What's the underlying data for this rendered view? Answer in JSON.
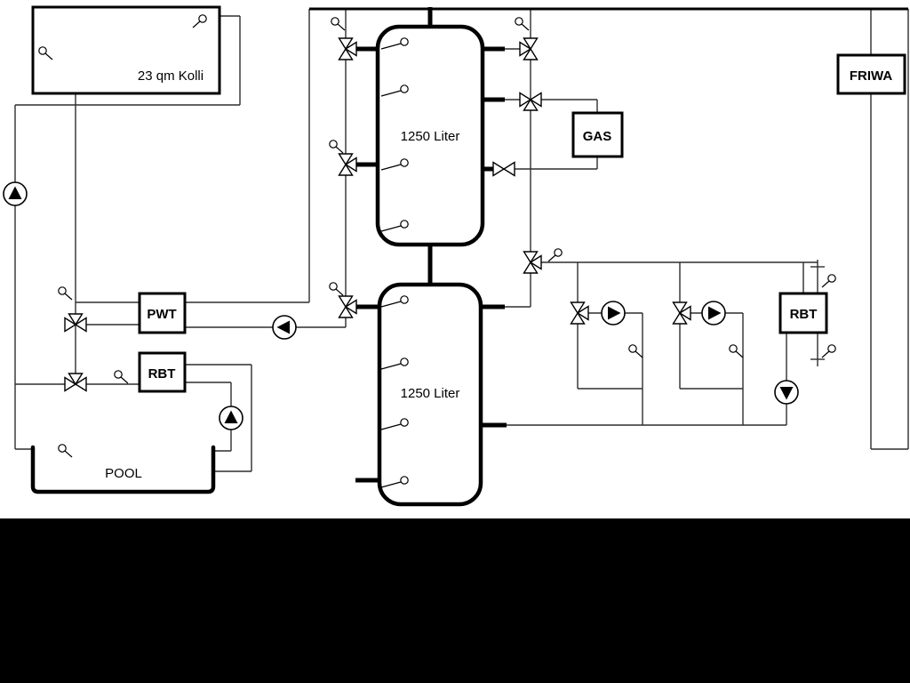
{
  "page": {
    "background": "#ffffff",
    "pipe_color": "#2e2e2e",
    "outline_color": "#000000",
    "bottom_bar_color": "#000000"
  },
  "labels": {
    "collector": "23 qm Kolli",
    "buffer_tank_top": "1250 Liter",
    "buffer_tank_bottom": "1250 Liter",
    "gas_boiler": "GAS",
    "friwa": "FRIWA",
    "pool_heat_exchanger": "PWT",
    "rbt_left": "RBT",
    "rbt_right": "RBT",
    "pool": "POOL"
  },
  "components": {
    "pumps": [
      {
        "name": "solar-pump",
        "direction": "up"
      },
      {
        "name": "pwt-charge-pump",
        "direction": "left"
      },
      {
        "name": "heating-circuit-1-pump",
        "direction": "right"
      },
      {
        "name": "heating-circuit-2-pump",
        "direction": "right"
      },
      {
        "name": "rbt-return-pump",
        "direction": "down"
      },
      {
        "name": "pool-pump",
        "direction": "up"
      }
    ],
    "valve_count": 11,
    "temp_sensor_count": 22
  }
}
